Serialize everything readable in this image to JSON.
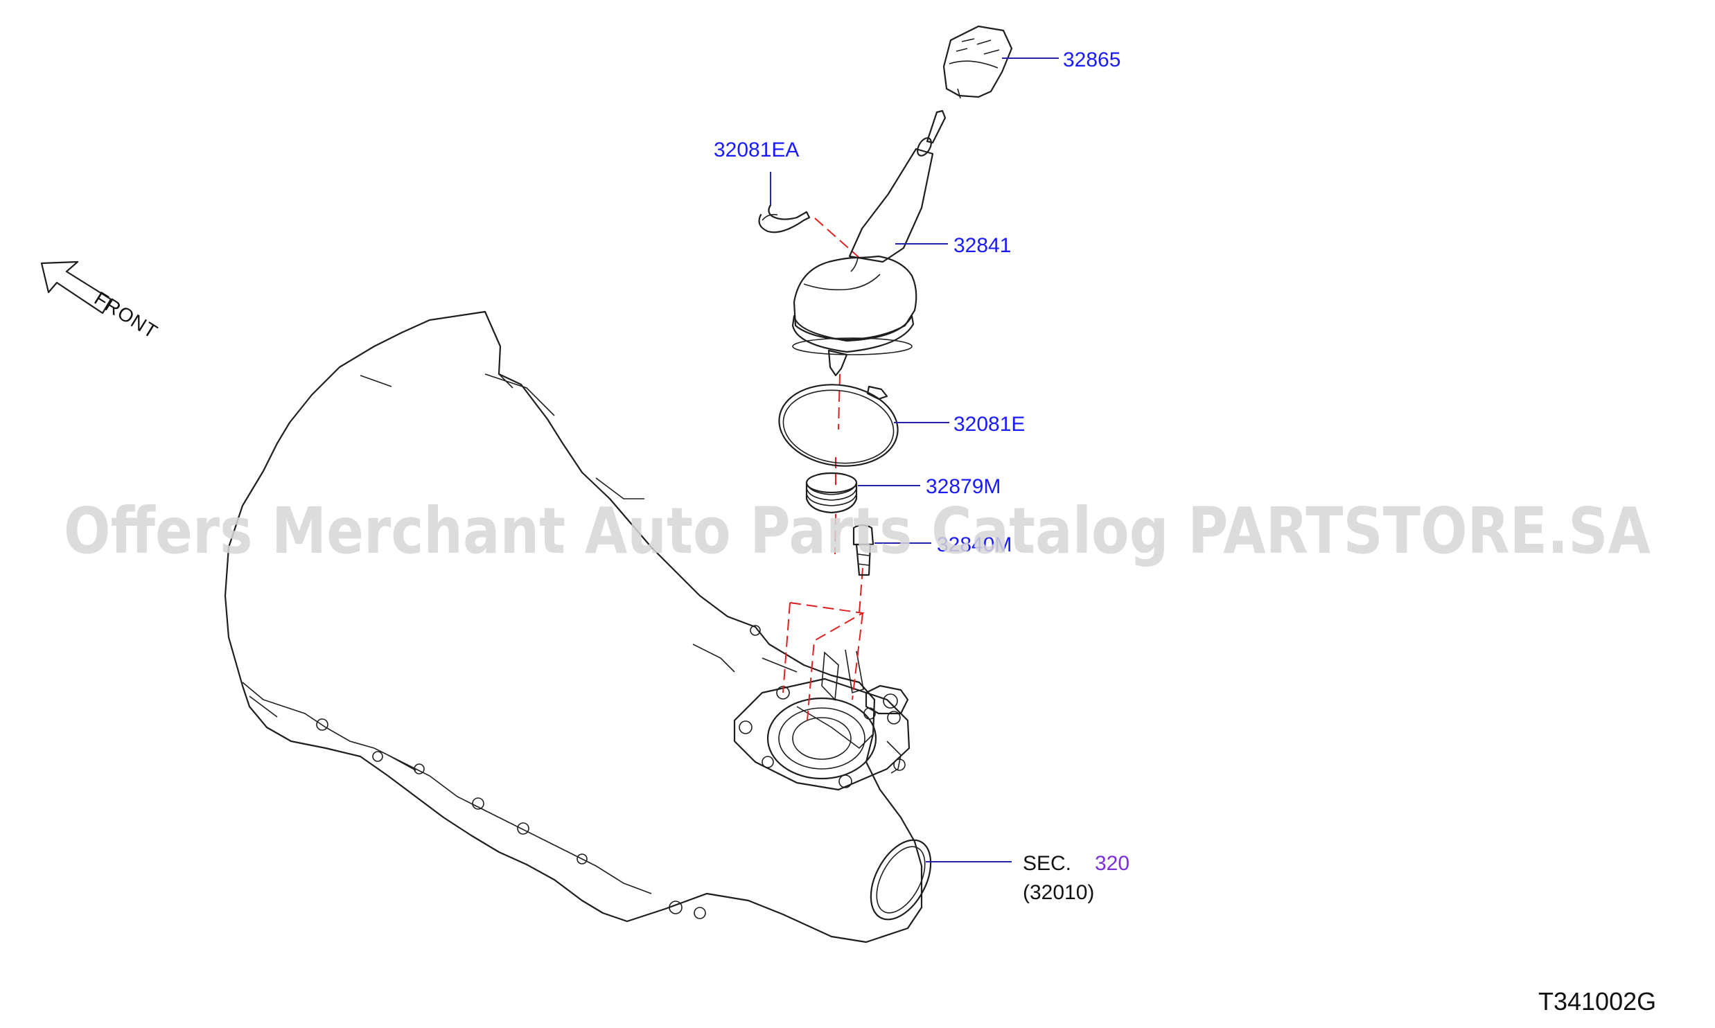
{
  "diagram": {
    "callouts": [
      {
        "id": "knob",
        "label": "32865"
      },
      {
        "id": "clip",
        "label": "32081EA"
      },
      {
        "id": "boot",
        "label": "32841"
      },
      {
        "id": "band",
        "label": "32081E"
      },
      {
        "id": "spring",
        "label": "32879M"
      },
      {
        "id": "pin",
        "label": "32840M"
      }
    ],
    "section_ref": {
      "prefix": "SEC.",
      "number": "320",
      "sub": "(32010)"
    },
    "front_label": "FRONT",
    "watermark": "Offers Merchant Auto Parts Catalog PARTSTORE.SA",
    "document_id": "T341002G"
  },
  "colors": {
    "callout_text": "#1a1aff",
    "section_number": "#7b2fd6",
    "centerline": "#e02020",
    "watermark": "#d6d6d6",
    "outline": "#1e1e1e"
  }
}
